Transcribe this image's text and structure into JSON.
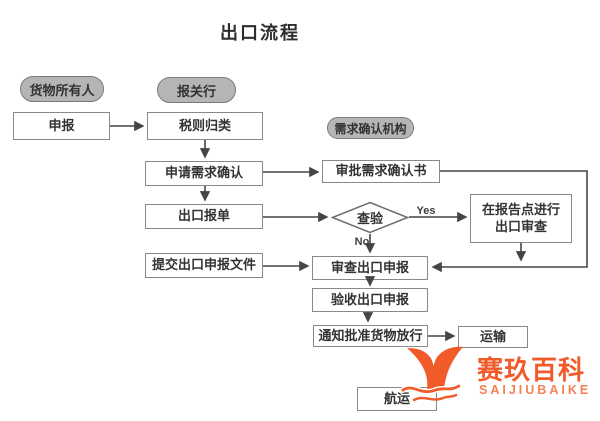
{
  "title": "出口流程",
  "lanes": [
    {
      "label": "货物所有人"
    },
    {
      "label": "报关行"
    },
    {
      "label": "需求确认机构"
    }
  ],
  "nodes": {
    "declare": {
      "label": "申报"
    },
    "tariff": {
      "label": "税则归类"
    },
    "apply_confirm": {
      "label": "申请需求确认"
    },
    "export_form": {
      "label": "出口报单"
    },
    "approve_confirm": {
      "label": "审批需求确认书"
    },
    "inspect": {
      "label": "查验"
    },
    "site_review": {
      "label": "在报告点进行出口审查"
    },
    "submit_docs": {
      "label": "提交出口申报文件"
    },
    "review_declare": {
      "label": "审查出口申报"
    },
    "accept_declare": {
      "label": "验收出口申报"
    },
    "notify_release": {
      "label": "通知批准货物放行"
    },
    "transport": {
      "label": "运输"
    },
    "shipping": {
      "label": "航运"
    }
  },
  "edges": {
    "yes_label": "Yes",
    "no_label": "No"
  },
  "logo": {
    "zh": "赛玖百科",
    "en": "SAIJIUBAIKE"
  },
  "colors": {
    "accent_orange": "#f15a29",
    "accent_orange_light": "#f58155",
    "pill_fill": "#b5b5b5",
    "pill_border": "#7a7a7a",
    "box_border": "#898989",
    "line": "#454545",
    "text": "#333333"
  }
}
